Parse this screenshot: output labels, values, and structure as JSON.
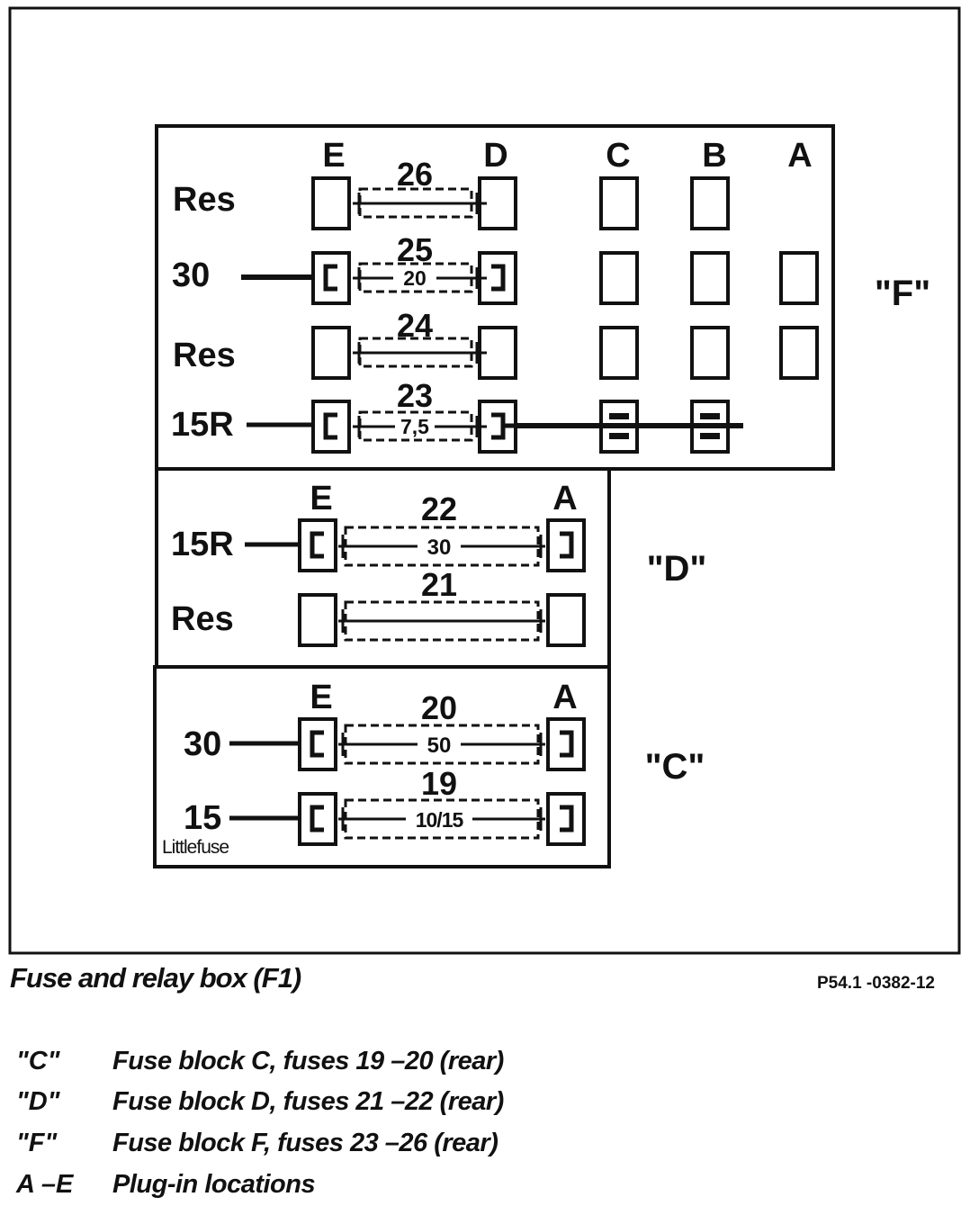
{
  "blocks": {
    "F": {
      "label": "\"F\"",
      "columns": [
        "E",
        "D",
        "C",
        "B",
        "A"
      ],
      "rows": [
        {
          "terminal": "Res",
          "fuse_no": "26",
          "rating": ""
        },
        {
          "terminal": "30",
          "fuse_no": "25",
          "rating": "20"
        },
        {
          "terminal": "Res",
          "fuse_no": "24",
          "rating": ""
        },
        {
          "terminal": "15R",
          "fuse_no": "23",
          "rating": "7,5"
        }
      ]
    },
    "D": {
      "label": "\"D\"",
      "columns": [
        "E",
        "A"
      ],
      "rows": [
        {
          "terminal": "15R",
          "fuse_no": "22",
          "rating": "30"
        },
        {
          "terminal": "Res",
          "fuse_no": "21",
          "rating": ""
        }
      ]
    },
    "C": {
      "label": "\"C\"",
      "columns": [
        "E",
        "A"
      ],
      "rows": [
        {
          "terminal": "30",
          "fuse_no": "20",
          "rating": "50"
        },
        {
          "terminal": "15",
          "fuse_no": "19",
          "rating": "10/15"
        }
      ],
      "brand": "Littlefuse"
    }
  },
  "caption": {
    "title": "Fuse and relay box (F1)",
    "ref": "P54.1 -0382-12"
  },
  "legend": [
    {
      "key": "\"C\"",
      "text": "Fuse block C, fuses 19 –20 (rear)"
    },
    {
      "key": "\"D\"",
      "text": "Fuse block D, fuses 21 –22 (rear)"
    },
    {
      "key": "\"F\"",
      "text": "Fuse block F, fuses 23 –26 (rear)"
    },
    {
      "key": "A –E",
      "text": "Plug-in locations"
    }
  ]
}
